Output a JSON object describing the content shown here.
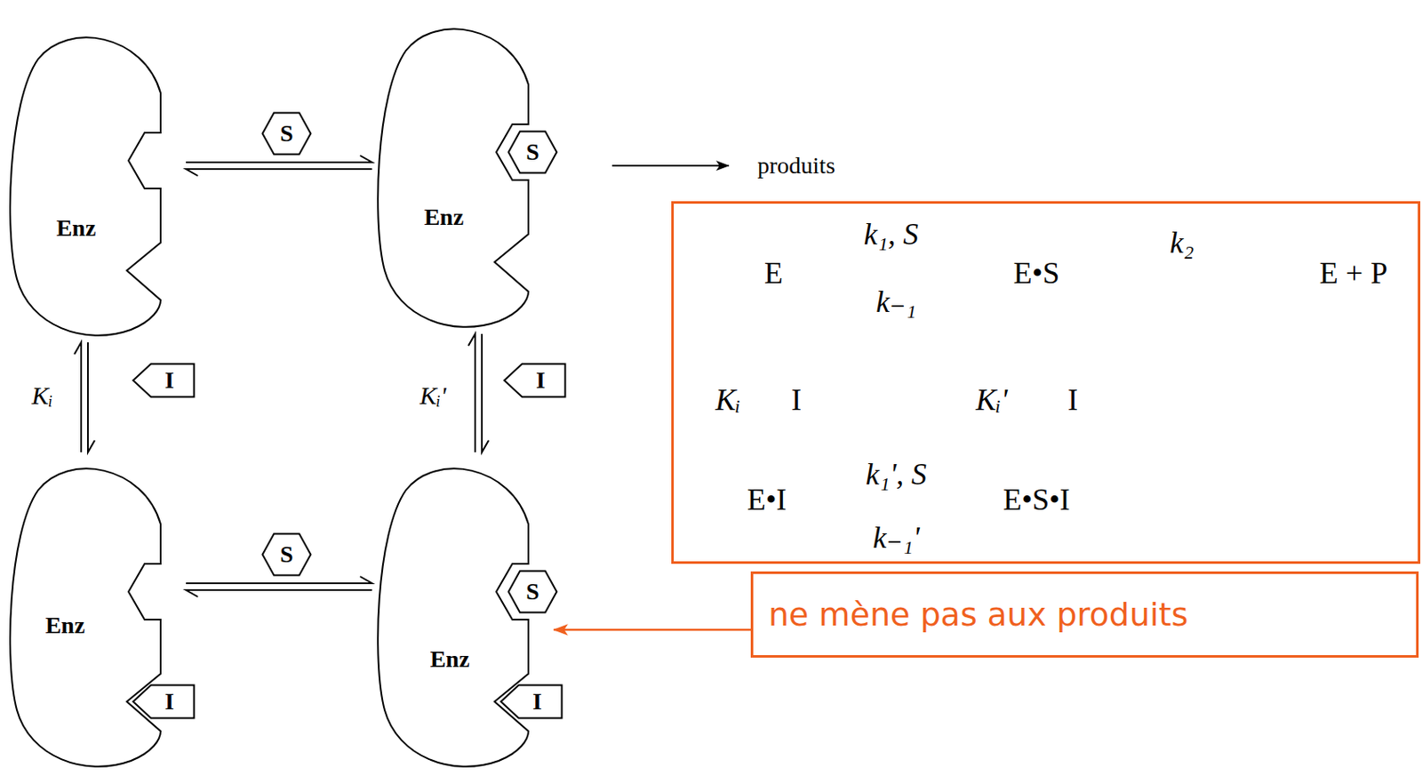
{
  "diagram": {
    "nodes": [
      {
        "text": [
          "Enz"
        ]
      },
      {
        "text": [
          "S"
        ]
      },
      {
        "text": [
          "Enz"
        ]
      },
      {
        "text": [
          "S"
        ],
        "in": 2
      },
      {
        "text": [
          "E",
          "k₁, S",
          "k₋₁",
          "E•S",
          "k₂",
          "E + P",
          "Kᵢ",
          "I",
          "Kᵢ'",
          "I",
          "E•I",
          "k₁', S",
          "k₋₁'",
          "E•S•I"
        ]
      },
      {
        "text": [
          "I"
        ]
      },
      {
        "text": [
          "I"
        ]
      },
      {
        "text": [
          "Enz"
        ]
      },
      {
        "text": [
          "I"
        ],
        "in": 7
      },
      {
        "text": [
          "S"
        ]
      },
      {
        "text": [
          "Enz"
        ]
      },
      {
        "text": [
          "S"
        ],
        "in": 10
      },
      {
        "text": [
          "I"
        ],
        "in": 10
      },
      {
        "text": [
          "ne mène pas aux produits"
        ]
      }
    ],
    "edges": [
      {
        "from": 0,
        "to": 2,
        "arrow": "both"
      },
      {
        "from": 0,
        "to": 7,
        "arrow": "both",
        "label": "Kᵢ"
      },
      {
        "from": 2,
        "to": 10,
        "arrow": "both",
        "label": "Kᵢ'"
      },
      {
        "from": 7,
        "to": 10,
        "arrow": "both"
      },
      {
        "from": 13,
        "to": 10,
        "arrow": "to"
      }
    ],
    "labels": [
      "produits"
    ]
  }
}
